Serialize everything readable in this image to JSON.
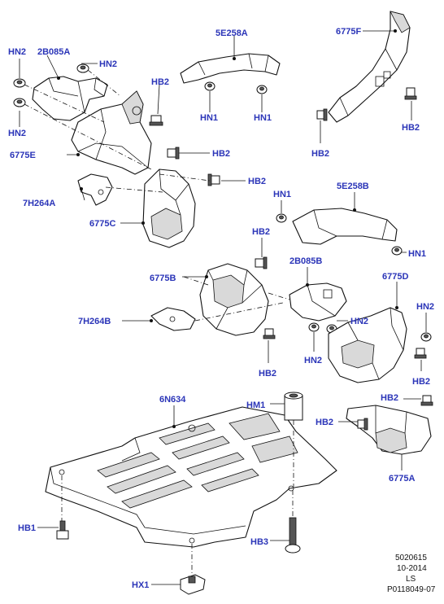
{
  "labels": {
    "hn2_a": "HN2",
    "b2b085a": "2B085A",
    "hn2_b": "HN2",
    "hn2_c": "HN2",
    "e5258a": "5E258A",
    "f6775f": "6775F",
    "hb2_a": "HB2",
    "hn1_a": "HN1",
    "hn1_b": "HN1",
    "hb2_b": "HB2",
    "hb2_c": "HB2",
    "e6775e": "6775E",
    "hb2_d": "HB2",
    "hb2_e": "HB2",
    "h7264a": "7H264A",
    "c6775c": "6775C",
    "hn1_c": "HN1",
    "e5258b": "5E258B",
    "hn1_d": "HN1",
    "hb2_f": "HB2",
    "b6775b": "6775B",
    "b2b085b": "2B085B",
    "d6775d": "6775D",
    "h7264b": "7H264B",
    "hn2_d": "HN2",
    "hn2_e": "HN2",
    "hn2_f": "HN2",
    "hb2_g": "HB2",
    "hb2_h": "HB2",
    "n6634": "6N634",
    "hm1": "HM1",
    "hb2_i": "HB2",
    "hb2_j": "HB2",
    "a6775a": "6775A",
    "hb1": "HB1",
    "hb3": "HB3",
    "hx1": "HX1"
  },
  "stamp": {
    "number": "5020615",
    "date": "10-2014",
    "initials": "LS",
    "reference": "P0118049-07"
  }
}
